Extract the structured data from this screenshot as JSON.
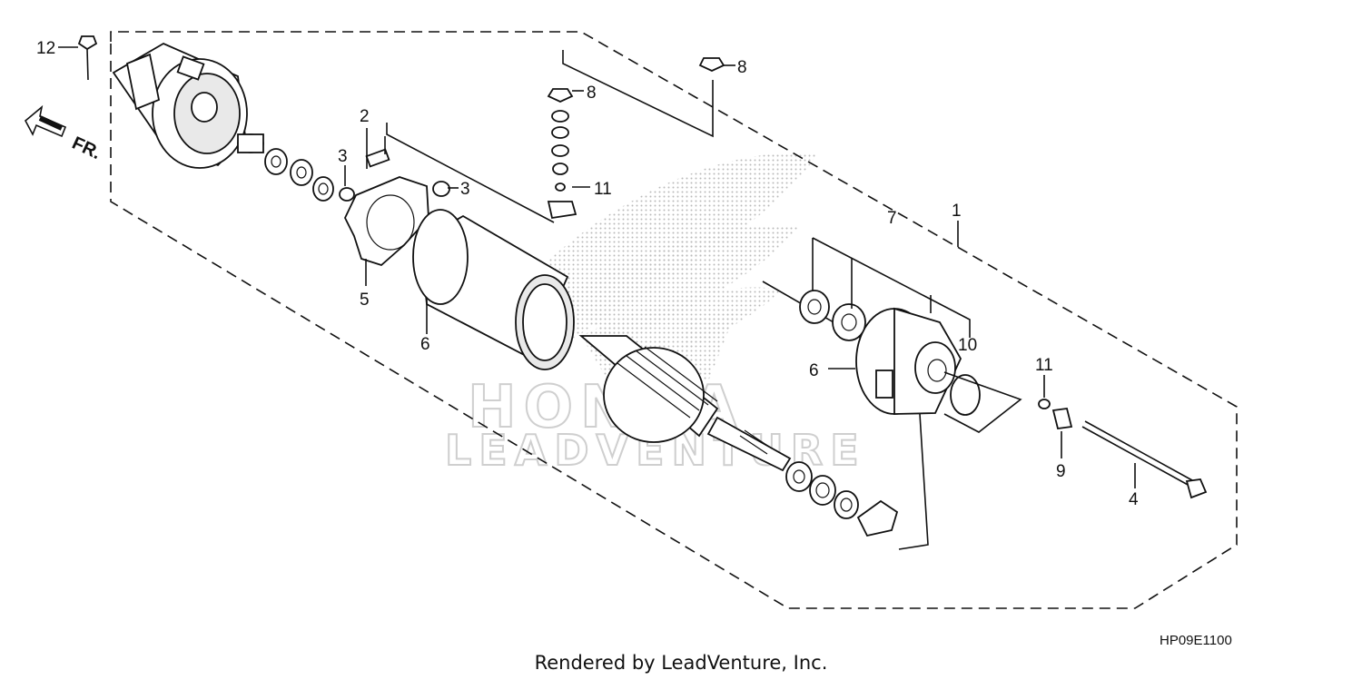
{
  "watermark": {
    "brand": "HONDA",
    "sub": "LEADVENTURE"
  },
  "direction_arrow": {
    "label": "FR."
  },
  "callouts": [
    "1",
    "2",
    "3",
    "3",
    "4",
    "5",
    "6",
    "6",
    "7",
    "8",
    "8",
    "9",
    "10",
    "11",
    "11",
    "12"
  ],
  "diagram_code": "HP09E1100",
  "footer": "Rendered by LeadVenture, Inc.",
  "colors": {
    "line": "#111111",
    "watermark": "#cfcfcf"
  }
}
